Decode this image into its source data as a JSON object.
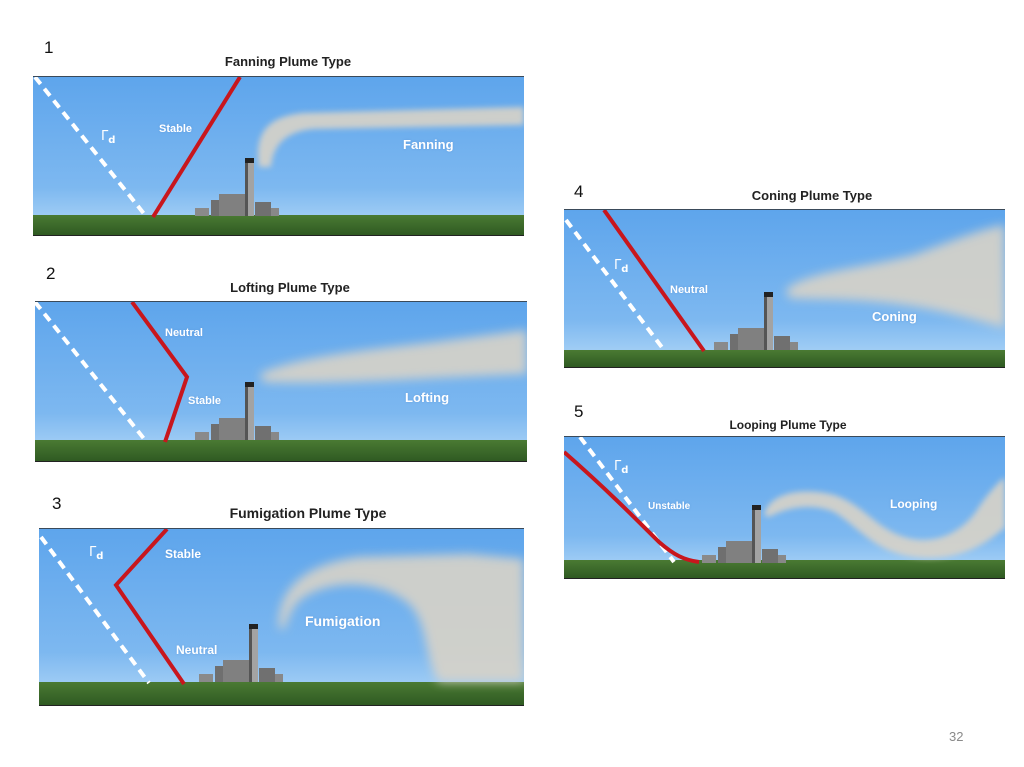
{
  "slide": {
    "page_number": "32",
    "colors": {
      "sky_top": "#5ea5ec",
      "sky_bottom": "#a9d2f6",
      "ground": "#3e6b2a",
      "lapse_rate_line": "#c8161d",
      "dry_adiabat_line": "#ffffff",
      "smoke": "#d6d2c8",
      "building": "#7c7c7c"
    }
  },
  "panels": [
    {
      "number": "1",
      "title": "Fanning Plume Type",
      "dry_adiabat_label": "Γ",
      "dry_adiabat_sub": "d",
      "stability_labels": [
        "Stable"
      ],
      "plume_label": "Fanning"
    },
    {
      "number": "2",
      "title": "Lofting Plume Type",
      "stability_labels": [
        "Neutral",
        "Stable"
      ],
      "plume_label": "Lofting"
    },
    {
      "number": "3",
      "title": "Fumigation Plume Type",
      "dry_adiabat_label": "Γ",
      "dry_adiabat_sub": "d",
      "stability_labels": [
        "Stable",
        "Neutral"
      ],
      "plume_label": "Fumigation"
    },
    {
      "number": "4",
      "title": "Coning Plume Type",
      "dry_adiabat_label": "Γ",
      "dry_adiabat_sub": "d",
      "stability_labels": [
        "Neutral"
      ],
      "plume_label": "Coning"
    },
    {
      "number": "5",
      "title": "Looping Plume Type",
      "dry_adiabat_label": "Γ",
      "dry_adiabat_sub": "d",
      "stability_labels": [
        "Unstable"
      ],
      "plume_label": "Looping"
    }
  ]
}
